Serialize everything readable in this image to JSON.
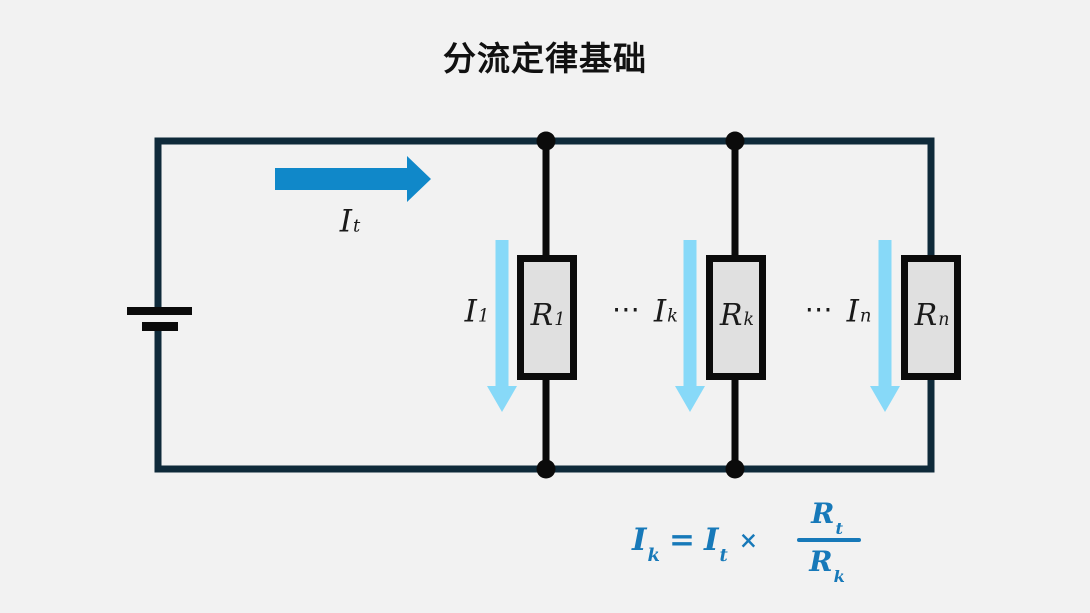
{
  "title": "分流定律基础",
  "colors": {
    "background": "#f2f2f2",
    "wire_navy": "#0f2a3a",
    "component_black": "#0b0b0b",
    "resistor_fill": "#e0e0e0",
    "total_current_arrow_blue": "#1088c9",
    "branch_current_arrow_lightblue": "#87d9f8",
    "formula_blue": "#1779b9",
    "label_text": "#1a1a1a"
  },
  "circuit": {
    "source_current": {
      "base": "I",
      "sub": "t"
    },
    "branches": [
      {
        "dots": "",
        "current": {
          "base": "I",
          "sub": "1"
        },
        "resistor": {
          "base": "R",
          "sub": "1"
        }
      },
      {
        "dots": "⋯",
        "current": {
          "base": "I",
          "sub": "k"
        },
        "resistor": {
          "base": "R",
          "sub": "k"
        }
      },
      {
        "dots": "⋯",
        "current": {
          "base": "I",
          "sub": "n"
        },
        "resistor": {
          "base": "R",
          "sub": "n"
        }
      }
    ]
  },
  "formula": {
    "lhs": {
      "base": "I",
      "sub": "k"
    },
    "equals": "=",
    "rhs_current": {
      "base": "I",
      "sub": "t"
    },
    "times": "×",
    "fraction": {
      "numerator": {
        "base": "R",
        "sub": "t"
      },
      "denominator": {
        "base": "R",
        "sub": "k"
      }
    }
  }
}
